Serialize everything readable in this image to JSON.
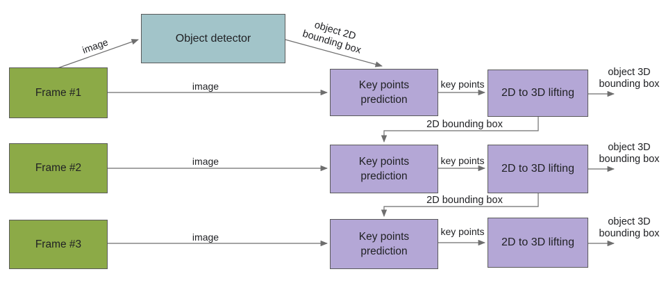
{
  "colors": {
    "frame_fill": "#8caa47",
    "detector_fill": "#a2c4c9",
    "module_fill": "#b4a7d6",
    "box_border": "#595959",
    "line": "#6e6e6e",
    "text": "#202124",
    "background": "#ffffff"
  },
  "diagram": {
    "nodes": {
      "object_detector": "Object detector",
      "frames": [
        "Frame #1",
        "Frame #2",
        "Frame #3"
      ],
      "keypoints": "Key points prediction",
      "lifting": "2D to 3D lifting"
    },
    "edge_labels": {
      "image": "image",
      "object_2d_bounding_box": "object 2D bounding box",
      "key_points": "key points",
      "bounding_box_2d": "2D bounding box",
      "object_3d_bounding_box": "object 3D bounding box"
    }
  }
}
